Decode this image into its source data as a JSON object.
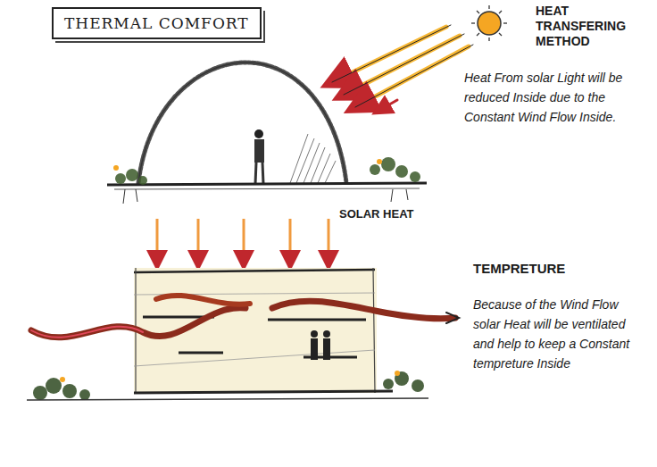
{
  "diagram": {
    "title": "THERMAL COMFORT",
    "labels": [
      "HEAT TRANSFERING METHOD",
      "Heat From solar Light will be reduced Inside due to the Constant Wind Flow Inside.",
      "SOLAR HEAT",
      "TEMPRETURE",
      "Because of the Wind Flow solar Heat will be ventilated and help to keep a Constant tempreture Inside"
    ]
  }
}
